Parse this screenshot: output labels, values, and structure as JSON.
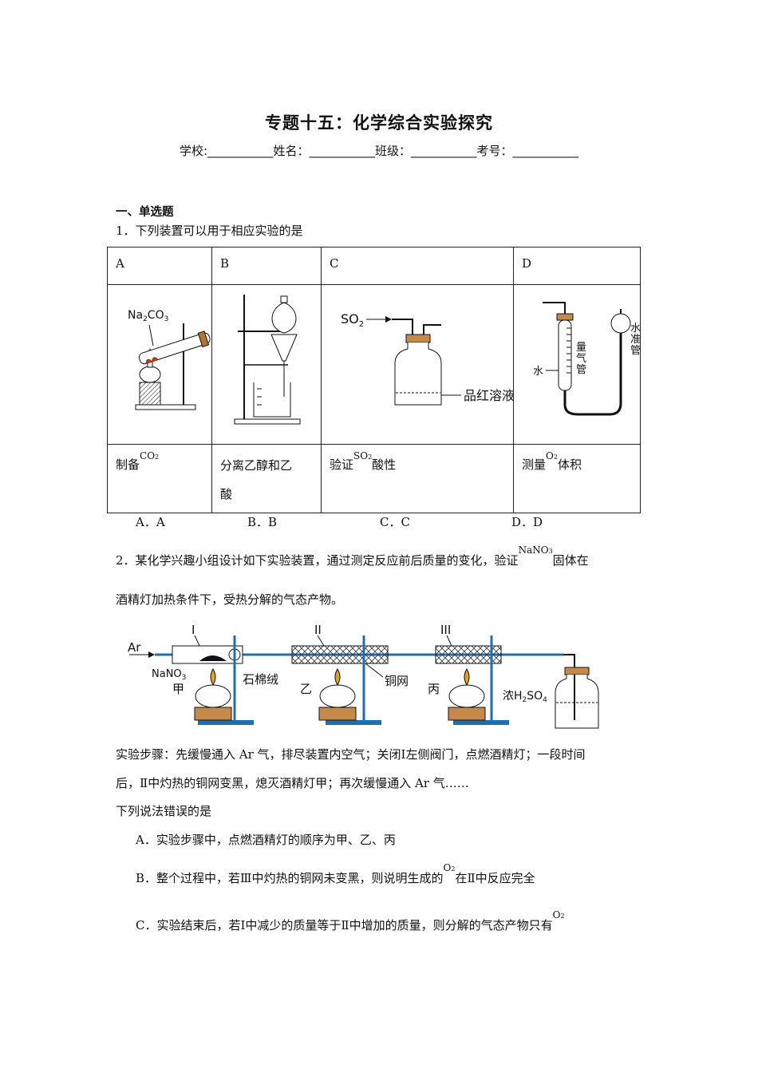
{
  "header": {
    "title": "专题十五：化学综合实验探究",
    "school": "学校:___________",
    "name": "姓名：___________",
    "class": "班级：___________",
    "exam_no": "考号：___________"
  },
  "section": "一、单选题",
  "q1": {
    "stem": "1．下列装置可以用于相应实验的是",
    "headers": [
      "A",
      "B",
      "C",
      "D"
    ],
    "labels": {
      "a_pre": "制备",
      "a_formula": "CO",
      "a_sub": "2",
      "b": "分离乙醇和乙",
      "b2": "酸",
      "c_pre": "验证",
      "c_formula": "SO",
      "c_sub": "2",
      "c_post": "酸性",
      "d_pre": "测量",
      "d_formula": "O",
      "d_sub": "2",
      "d_post": "体积"
    },
    "figure_text": {
      "a_chem": "Na",
      "a_chem_sub": "2",
      "a_chem_rest": "CO",
      "a_chem_sub2": "3",
      "c_gas": "SO",
      "c_gas_sub": "2",
      "c_solution": "品红溶液",
      "d_water": "水",
      "d_gas_tube": [
        "量",
        "气",
        "管"
      ],
      "d_level_tube": [
        "水",
        "准",
        "管"
      ]
    },
    "choices": [
      "A．A",
      "B．B",
      "C．C",
      "D．D"
    ]
  },
  "q2": {
    "stem_a": "2．某化学兴趣小组设计如下实验装置，通过测定反应前后质量的变化，验证",
    "stem_formula": "NaNO",
    "stem_sub": "3",
    "stem_b": "固体在",
    "stem_c": "酒精灯加热条件下，受热分解的气态产物。",
    "figure": {
      "gas": "Ar",
      "tube1": "I",
      "tube2": "II",
      "tube3": "III",
      "sample": "NaNO",
      "sample_sub": "3",
      "wool": "石棉绒",
      "copper": "铜网",
      "lamp1": "甲",
      "lamp2": "乙",
      "lamp3": "丙",
      "acid": "浓H",
      "acid_sub": "2",
      "acid_rest": "SO",
      "acid_sub2": "4"
    },
    "steps_1": "实验步骤：先缓慢通入 Ar 气，排尽装置内空气；关闭Ⅰ左侧阀门，点燃酒精灯；一段时间",
    "steps_2": "后，Ⅱ中灼热的铜网变黑，熄灭酒精灯甲；再次缓慢通入 Ar 气……",
    "ask": "下列说法错误的是",
    "opt_a": "A．实验步骤中，点燃酒精灯的顺序为甲、乙、丙",
    "opt_b_pre": "B．整个过程中，若Ⅲ中灼热的铜网未变黑，则说明生成的",
    "opt_b_formula": "O",
    "opt_b_sub": "2",
    "opt_b_post": "在Ⅱ中反应完全",
    "opt_c_pre": "C．实验结束后，若Ⅰ中减少的质量等于Ⅱ中增加的质量，则分解的气态产物只有",
    "opt_c_formula": "O",
    "opt_c_sub": "2"
  }
}
